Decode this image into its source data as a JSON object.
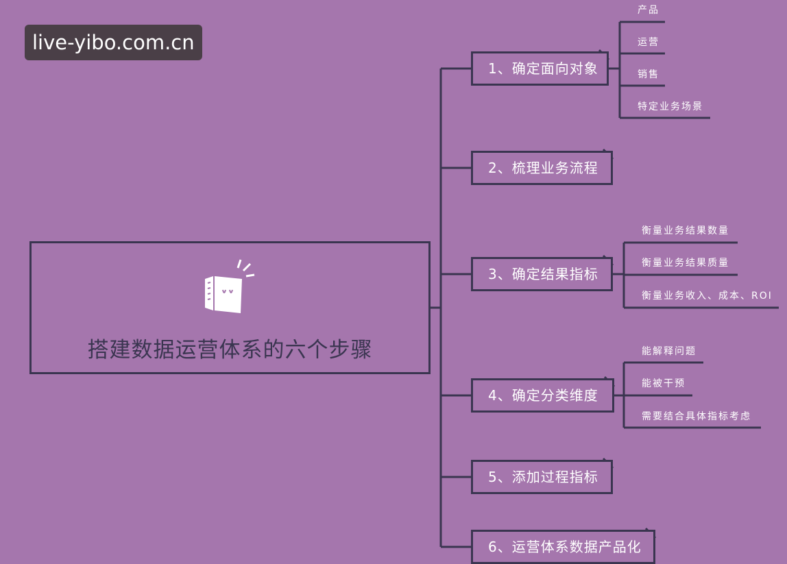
{
  "watermark": "live-yibo.com.cn",
  "root": {
    "title": "搭建数据运营体系的六个步骤"
  },
  "steps": [
    {
      "label": "1、确定面向对象",
      "children": [
        "产品",
        "运营",
        "销售",
        "特定业务场景"
      ]
    },
    {
      "label": "2、梳理业务流程",
      "children": []
    },
    {
      "label": "3、确定结果指标",
      "children": [
        "衡量业务结果数量",
        "衡量业务结果质量",
        "衡量业务收入、成本、ROI"
      ]
    },
    {
      "label": "4、确定分类维度",
      "children": [
        "能解释问题",
        "能被干预",
        "需要结合具体指标考虑"
      ]
    },
    {
      "label": "5、添加过程指标",
      "children": []
    },
    {
      "label": "6、运营体系数据产品化",
      "children": []
    }
  ],
  "colors": {
    "background": "#a576ad",
    "line": "#3a3550",
    "text": "#ffffff"
  },
  "icons": [
    "book-icon"
  ]
}
